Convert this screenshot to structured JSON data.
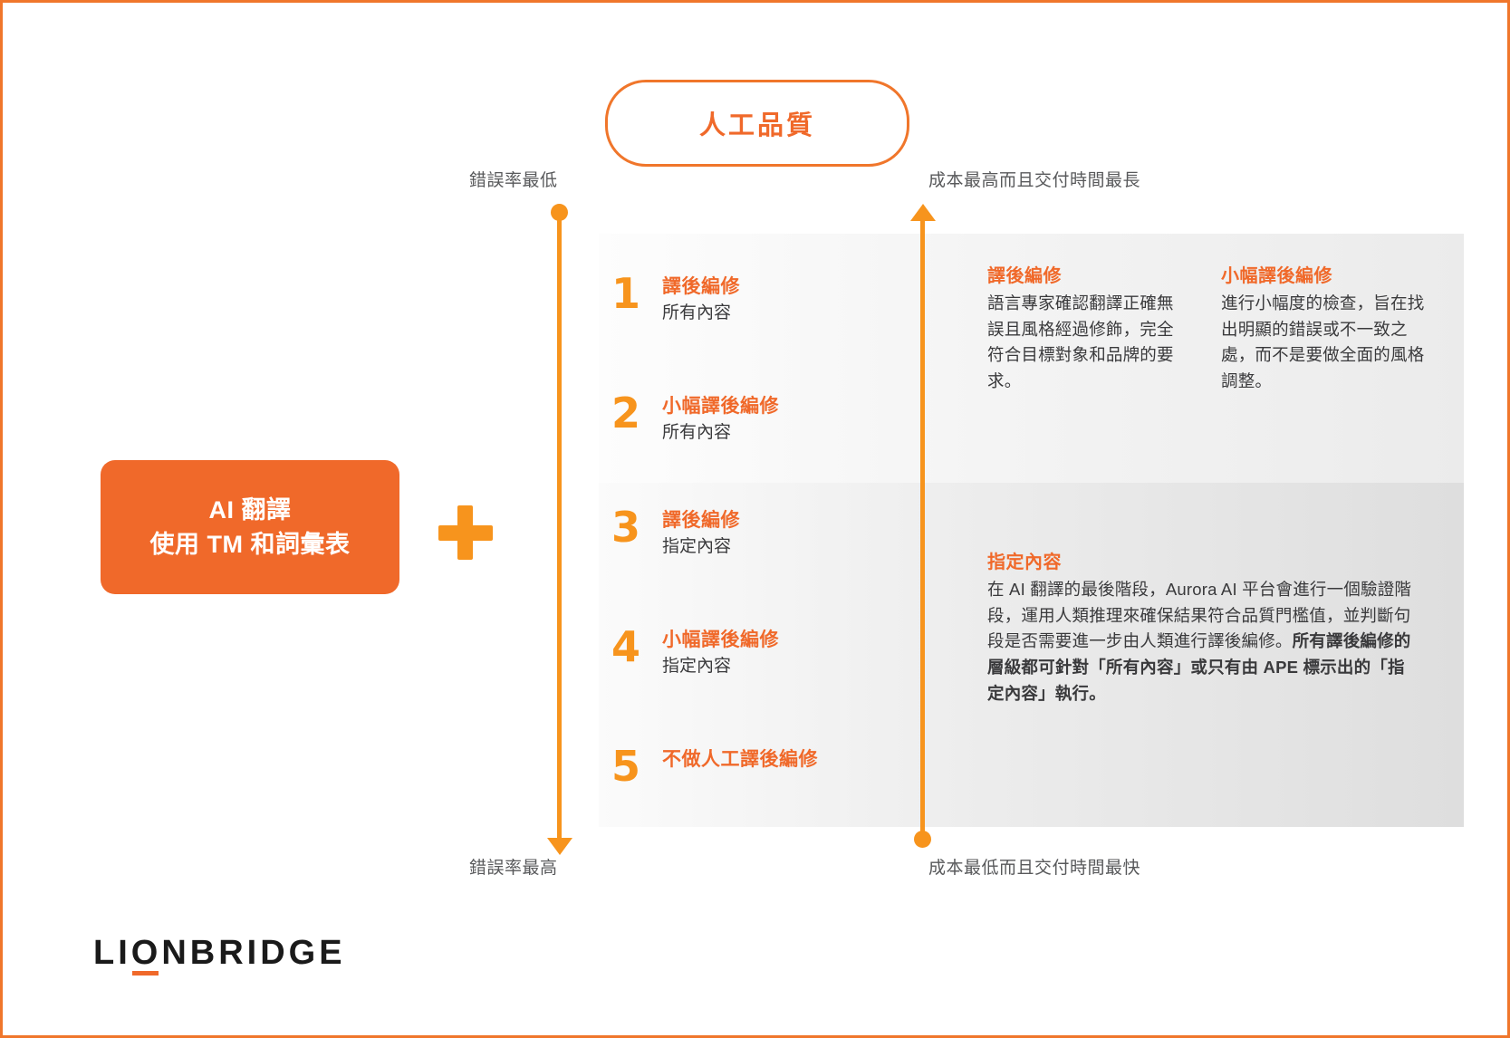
{
  "header": {
    "pill_label": "人工品質"
  },
  "left_box": {
    "line1": "AI 翻譯",
    "line2": "使用 TM 和詞彙表",
    "plus_symbol": "+"
  },
  "axes": {
    "left": {
      "top_label": "錯誤率最低",
      "bottom_label": "錯誤率最高"
    },
    "right": {
      "top_label": "成本最高而且交付時間最長",
      "bottom_label": "成本最低而且交付時間最快"
    }
  },
  "steps": [
    {
      "number": "1",
      "title": "譯後編修",
      "scope": "所有內容"
    },
    {
      "number": "2",
      "title": "小幅譯後編修",
      "scope": "所有內容"
    },
    {
      "number": "3",
      "title": "譯後編修",
      "scope": "指定內容"
    },
    {
      "number": "4",
      "title": "小幅譯後編修",
      "scope": "指定內容"
    },
    {
      "number": "5",
      "title": "不做人工譯後編修",
      "scope": ""
    }
  ],
  "descriptions": [
    {
      "heading": "譯後編修",
      "body": "語言專家確認翻譯正確無誤且風格經過修飾，完全符合目標對象和品牌的要求。"
    },
    {
      "heading": "小幅譯後編修",
      "body": "進行小幅度的檢查，旨在找出明顯的錯誤或不一致之處，而不是要做全面的風格調整。"
    },
    {
      "heading": "指定內容",
      "body_normal": "在 AI 翻譯的最後階段，Aurora AI 平台會進行一個驗證階段，運用人類推理來確保結果符合品質門檻值，並判斷句段是否需要進一步由人類進行譯後編修。",
      "body_bold": "所有譯後編修的層級都可針對「所有內容」或只有由 APE 標示出的「指定內容」執行。"
    }
  ],
  "logo": {
    "part1": "LI",
    "part_o": "O",
    "part2": "NBRIDGE"
  },
  "colors": {
    "orange_primary": "#F0692A",
    "orange_secondary": "#F7941D",
    "border": "#F0762B",
    "text_dark": "#3A3A3C",
    "text_gray": "#58595B"
  }
}
